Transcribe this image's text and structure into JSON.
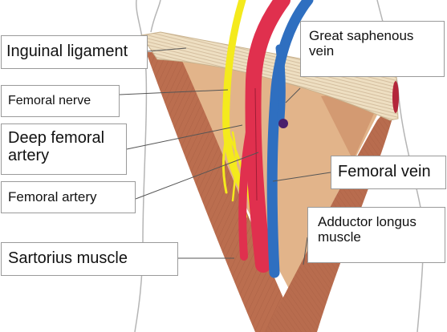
{
  "labels": {
    "inguinal_ligament": "Inguinal ligament",
    "femoral_nerve": "Femoral nerve",
    "deep_femoral_artery": "Deep femoral artery",
    "femoral_artery": "Femoral artery",
    "sartorius_muscle": "Sartorius muscle",
    "great_saphenous_vein": "Great saphenous vein",
    "femoral_vein": "Femoral vein",
    "adductor_longus_muscle": "Adductor longus muscle"
  },
  "colors": {
    "nerve": "#f4ea1d",
    "artery": "#e0304e",
    "vein": "#2f6fc0",
    "muscle": "#b86c4e",
    "muscle_light": "#d8a07e",
    "triangle_floor": "#e2b48a",
    "ligament": "#eedfc2",
    "outline": "#b5b5b5"
  }
}
